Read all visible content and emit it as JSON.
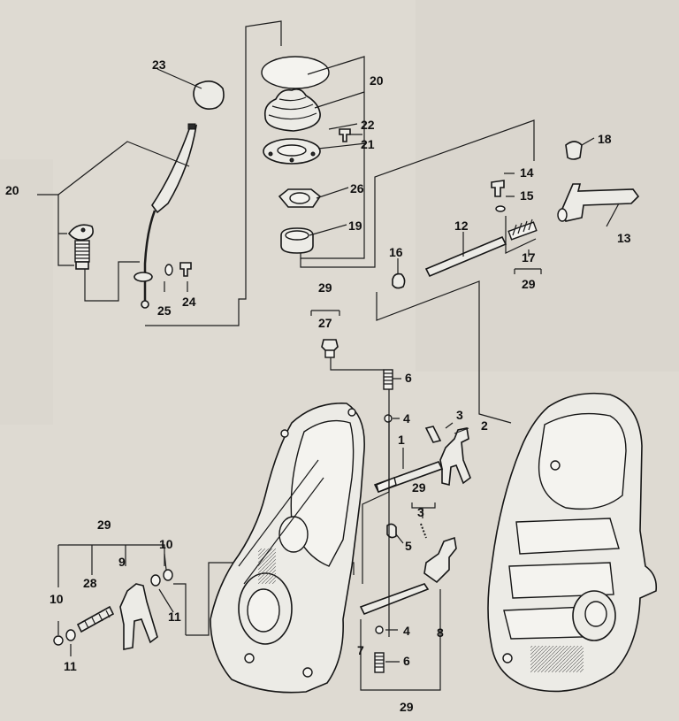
{
  "diagram": {
    "labels": {
      "l1": "1",
      "l2": "2",
      "l3a": "3",
      "l3b": "3",
      "l4a": "4",
      "l4b": "4",
      "l5": "5",
      "l6a": "6",
      "l6b": "6",
      "l7": "7",
      "l8": "8",
      "l9": "9",
      "l10a": "10",
      "l10b": "10",
      "l11a": "11",
      "l11b": "11",
      "l12": "12",
      "l13": "13",
      "l14": "14",
      "l15": "15",
      "l16": "16",
      "l17": "17",
      "l18": "18",
      "l19": "19",
      "l20a": "20",
      "l20b": "20",
      "l21": "21",
      "l22": "22",
      "l23": "23",
      "l24": "24",
      "l25": "25",
      "l26": "26",
      "l27": "27",
      "l28": "28",
      "l29a": "29",
      "l29b": "29",
      "l29c": "29",
      "l29d": "29",
      "l29e": "29"
    }
  }
}
